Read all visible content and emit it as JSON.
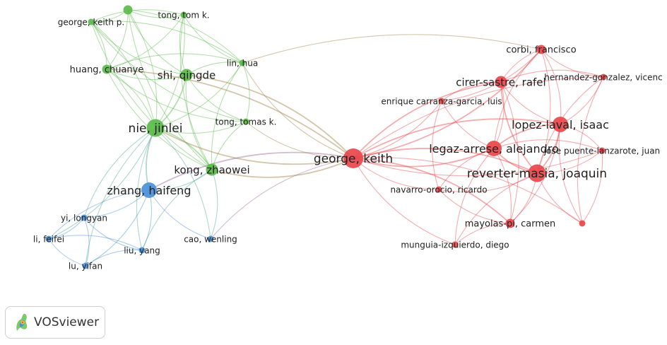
{
  "app": {
    "brand": "VOSviewer"
  },
  "clusters": {
    "green": "#5cbb4b",
    "blue": "#4a90d9",
    "red": "#e8464b"
  },
  "nodes": [
    {
      "id": "george_keith_p",
      "label": "george, keith p.",
      "cluster": "green",
      "weight": 1
    },
    {
      "id": "tong_tom_k",
      "label": "tong, tom k.",
      "cluster": "green",
      "weight": 1
    },
    {
      "id": "green_unlabeled",
      "label": "",
      "cluster": "green",
      "weight": 2
    },
    {
      "id": "huang_chuanye",
      "label": "huang, chuanye",
      "cluster": "green",
      "weight": 2
    },
    {
      "id": "shi_qingde",
      "label": "shi, qingde",
      "cluster": "green",
      "weight": 3
    },
    {
      "id": "lin_hua",
      "label": "lin, hua",
      "cluster": "green",
      "weight": 1
    },
    {
      "id": "nie_jinlei",
      "label": "nie, jinlei",
      "cluster": "green",
      "weight": 5
    },
    {
      "id": "tong_tomas_k",
      "label": "tong, tomas k.",
      "cluster": "green",
      "weight": 1
    },
    {
      "id": "kong_zhaowei",
      "label": "kong, zhaowei",
      "cluster": "green",
      "weight": 3
    },
    {
      "id": "zhang_haifeng",
      "label": "zhang, haifeng",
      "cluster": "blue",
      "weight": 4
    },
    {
      "id": "yi_longyan",
      "label": "yi, longyan",
      "cluster": "blue",
      "weight": 1
    },
    {
      "id": "li_feifei",
      "label": "li, feifei",
      "cluster": "blue",
      "weight": 1
    },
    {
      "id": "liu_yang",
      "label": "liu, yang",
      "cluster": "blue",
      "weight": 1
    },
    {
      "id": "cao_wenling",
      "label": "cao, wenling",
      "cluster": "blue",
      "weight": 1
    },
    {
      "id": "lu_yifan",
      "label": "lu, yifan",
      "cluster": "blue",
      "weight": 1
    },
    {
      "id": "george_keith",
      "label": "george, keith",
      "cluster": "red",
      "weight": 6
    },
    {
      "id": "corbi_francisco",
      "label": "corbi, francisco",
      "cluster": "red",
      "weight": 2
    },
    {
      "id": "cirer_sastre_rafel",
      "label": "cirer-sastre, rafel",
      "cluster": "red",
      "weight": 3
    },
    {
      "id": "hernandez_gonzalez_vicenc",
      "label": "hernandez-gonzalez, vicenc",
      "cluster": "red",
      "weight": 1
    },
    {
      "id": "enrique_carranza_garcia_luis",
      "label": "enrique carranza-garcia, luis",
      "cluster": "red",
      "weight": 1
    },
    {
      "id": "lopez_laval_isaac",
      "label": "lopez-laval, isaac",
      "cluster": "red",
      "weight": 4
    },
    {
      "id": "legaz_arrese_alejandro",
      "label": "legaz-arrese, alejandro",
      "cluster": "red",
      "weight": 4
    },
    {
      "id": "jose_puente_lanzarote_juan",
      "label": "jose puente-lanzarote, juan",
      "cluster": "red",
      "weight": 1
    },
    {
      "id": "reverter_masia_joaquin",
      "label": "reverter-masia, joaquin",
      "cluster": "red",
      "weight": 5
    },
    {
      "id": "navarro_orocio_ricardo",
      "label": "navarro-orocio, ricardo",
      "cluster": "red",
      "weight": 1
    },
    {
      "id": "mayolas_pi_carmen",
      "label": "mayolas-pi, carmen",
      "cluster": "red",
      "weight": 2
    },
    {
      "id": "red_unlabeled",
      "label": "",
      "cluster": "red",
      "weight": 1
    },
    {
      "id": "munguia_izquierdo_diego",
      "label": "munguia-izquierdo, diego",
      "cluster": "red",
      "weight": 1
    }
  ],
  "links": [
    [
      "george_keith_p",
      "tong_tom_k"
    ],
    [
      "george_keith_p",
      "green_unlabeled"
    ],
    [
      "george_keith_p",
      "huang_chuanye"
    ],
    [
      "george_keith_p",
      "shi_qingde"
    ],
    [
      "george_keith_p",
      "nie_jinlei"
    ],
    [
      "george_keith_p",
      "kong_zhaowei"
    ],
    [
      "george_keith_p",
      "lin_hua"
    ],
    [
      "george_keith_p",
      "tong_tomas_k"
    ],
    [
      "tong_tom_k",
      "green_unlabeled"
    ],
    [
      "tong_tom_k",
      "shi_qingde"
    ],
    [
      "tong_tom_k",
      "nie_jinlei"
    ],
    [
      "tong_tom_k",
      "kong_zhaowei"
    ],
    [
      "tong_tom_k",
      "huang_chuanye"
    ],
    [
      "tong_tom_k",
      "lin_hua"
    ],
    [
      "green_unlabeled",
      "huang_chuanye"
    ],
    [
      "green_unlabeled",
      "shi_qingde"
    ],
    [
      "green_unlabeled",
      "nie_jinlei"
    ],
    [
      "green_unlabeled",
      "kong_zhaowei"
    ],
    [
      "green_unlabeled",
      "lin_hua"
    ],
    [
      "huang_chuanye",
      "shi_qingde"
    ],
    [
      "huang_chuanye",
      "nie_jinlei"
    ],
    [
      "huang_chuanye",
      "kong_zhaowei"
    ],
    [
      "huang_chuanye",
      "lin_hua"
    ],
    [
      "huang_chuanye",
      "tong_tomas_k"
    ],
    [
      "shi_qingde",
      "nie_jinlei"
    ],
    [
      "shi_qingde",
      "kong_zhaowei"
    ],
    [
      "shi_qingde",
      "lin_hua"
    ],
    [
      "shi_qingde",
      "tong_tomas_k"
    ],
    [
      "lin_hua",
      "nie_jinlei"
    ],
    [
      "lin_hua",
      "kong_zhaowei"
    ],
    [
      "lin_hua",
      "tong_tomas_k"
    ],
    [
      "nie_jinlei",
      "tong_tomas_k"
    ],
    [
      "nie_jinlei",
      "kong_zhaowei"
    ],
    [
      "nie_jinlei",
      "zhang_haifeng"
    ],
    [
      "kong_zhaowei",
      "zhang_haifeng"
    ],
    [
      "tong_tomas_k",
      "kong_zhaowei"
    ],
    [
      "zhang_haifeng",
      "yi_longyan"
    ],
    [
      "zhang_haifeng",
      "li_feifei"
    ],
    [
      "zhang_haifeng",
      "liu_yang"
    ],
    [
      "zhang_haifeng",
      "cao_wenling"
    ],
    [
      "zhang_haifeng",
      "lu_yifan"
    ],
    [
      "nie_jinlei",
      "yi_longyan"
    ],
    [
      "nie_jinlei",
      "li_feifei"
    ],
    [
      "nie_jinlei",
      "liu_yang"
    ],
    [
      "nie_jinlei",
      "cao_wenling"
    ],
    [
      "nie_jinlei",
      "lu_yifan"
    ],
    [
      "yi_longyan",
      "li_feifei"
    ],
    [
      "yi_longyan",
      "liu_yang"
    ],
    [
      "yi_longyan",
      "lu_yifan"
    ],
    [
      "li_feifei",
      "lu_yifan"
    ],
    [
      "li_feifei",
      "liu_yang"
    ],
    [
      "liu_yang",
      "lu_yifan"
    ],
    [
      "kong_zhaowei",
      "cao_wenling"
    ],
    [
      "kong_zhaowei",
      "liu_yang"
    ],
    [
      "george_keith",
      "nie_jinlei"
    ],
    [
      "george_keith",
      "shi_qingde"
    ],
    [
      "george_keith",
      "kong_zhaowei"
    ],
    [
      "george_keith",
      "zhang_haifeng"
    ],
    [
      "george_keith",
      "lin_hua"
    ],
    [
      "george_keith",
      "huang_chuanye"
    ],
    [
      "george_keith",
      "tong_tomas_k"
    ],
    [
      "george_keith",
      "cao_wenling"
    ],
    [
      "lin_hua",
      "corbi_francisco"
    ],
    [
      "george_keith",
      "corbi_francisco"
    ],
    [
      "george_keith",
      "cirer_sastre_rafel"
    ],
    [
      "george_keith",
      "enrique_carranza_garcia_luis"
    ],
    [
      "george_keith",
      "lopez_laval_isaac"
    ],
    [
      "george_keith",
      "legaz_arrese_alejandro"
    ],
    [
      "george_keith",
      "reverter_masia_joaquin"
    ],
    [
      "george_keith",
      "navarro_orocio_ricardo"
    ],
    [
      "george_keith",
      "mayolas_pi_carmen"
    ],
    [
      "george_keith",
      "munguia_izquierdo_diego"
    ],
    [
      "george_keith",
      "hernandez_gonzalez_vicenc"
    ],
    [
      "george_keith",
      "jose_puente_lanzarote_juan"
    ],
    [
      "george_keith",
      "red_unlabeled"
    ],
    [
      "corbi_francisco",
      "cirer_sastre_rafel"
    ],
    [
      "corbi_francisco",
      "lopez_laval_isaac"
    ],
    [
      "corbi_francisco",
      "legaz_arrese_alejandro"
    ],
    [
      "corbi_francisco",
      "reverter_masia_joaquin"
    ],
    [
      "corbi_francisco",
      "hernandez_gonzalez_vicenc"
    ],
    [
      "corbi_francisco",
      "enrique_carranza_garcia_luis"
    ],
    [
      "cirer_sastre_rafel",
      "lopez_laval_isaac"
    ],
    [
      "cirer_sastre_rafel",
      "legaz_arrese_alejandro"
    ],
    [
      "cirer_sastre_rafel",
      "reverter_masia_joaquin"
    ],
    [
      "cirer_sastre_rafel",
      "hernandez_gonzalez_vicenc"
    ],
    [
      "cirer_sastre_rafel",
      "enrique_carranza_garcia_luis"
    ],
    [
      "cirer_sastre_rafel",
      "mayolas_pi_carmen"
    ],
    [
      "lopez_laval_isaac",
      "legaz_arrese_alejandro"
    ],
    [
      "lopez_laval_isaac",
      "reverter_masia_joaquin"
    ],
    [
      "lopez_laval_isaac",
      "hernandez_gonzalez_vicenc"
    ],
    [
      "lopez_laval_isaac",
      "jose_puente_lanzarote_juan"
    ],
    [
      "lopez_laval_isaac",
      "red_unlabeled"
    ],
    [
      "lopez_laval_isaac",
      "mayolas_pi_carmen"
    ],
    [
      "legaz_arrese_alejandro",
      "reverter_masia_joaquin"
    ],
    [
      "legaz_arrese_alejandro",
      "enrique_carranza_garcia_luis"
    ],
    [
      "legaz_arrese_alejandro",
      "navarro_orocio_ricardo"
    ],
    [
      "legaz_arrese_alejandro",
      "mayolas_pi_carmen"
    ],
    [
      "legaz_arrese_alejandro",
      "munguia_izquierdo_diego"
    ],
    [
      "legaz_arrese_alejandro",
      "jose_puente_lanzarote_juan"
    ],
    [
      "reverter_masia_joaquin",
      "jose_puente_lanzarote_juan"
    ],
    [
      "reverter_masia_joaquin",
      "mayolas_pi_carmen"
    ],
    [
      "reverter_masia_joaquin",
      "red_unlabeled"
    ],
    [
      "reverter_masia_joaquin",
      "navarro_orocio_ricardo"
    ],
    [
      "reverter_masia_joaquin",
      "munguia_izquierdo_diego"
    ],
    [
      "reverter_masia_joaquin",
      "hernandez_gonzalez_vicenc"
    ],
    [
      "mayolas_pi_carmen",
      "munguia_izquierdo_diego"
    ],
    [
      "mayolas_pi_carmen",
      "navarro_orocio_ricardo"
    ],
    [
      "hernandez_gonzalez_vicenc",
      "red_unlabeled"
    ],
    [
      "jose_puente_lanzarote_juan",
      "red_unlabeled"
    ],
    [
      "enrique_carranza_garcia_luis",
      "navarro_orocio_ricardo"
    ]
  ]
}
